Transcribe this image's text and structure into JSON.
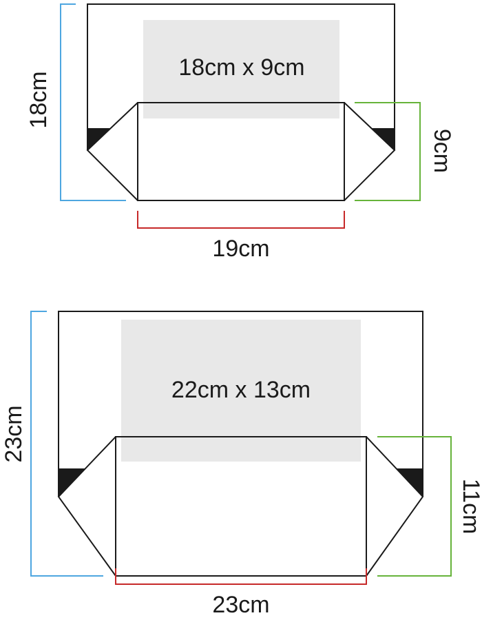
{
  "colors": {
    "outline": "#1a1a1a",
    "print_area": "#e8e8e8",
    "height_bracket": "#4da6e0",
    "depth_bracket": "#66b33a",
    "width_bracket": "#c62828",
    "corner_fill": "#1a1a1a"
  },
  "bags": [
    {
      "print_area_label": "18cm x 9cm",
      "height_label": "18cm",
      "depth_label": "9cm",
      "width_label": "19cm"
    },
    {
      "print_area_label": "22cm x 13cm",
      "height_label": "23cm",
      "depth_label": "11cm",
      "width_label": "23cm"
    }
  ]
}
